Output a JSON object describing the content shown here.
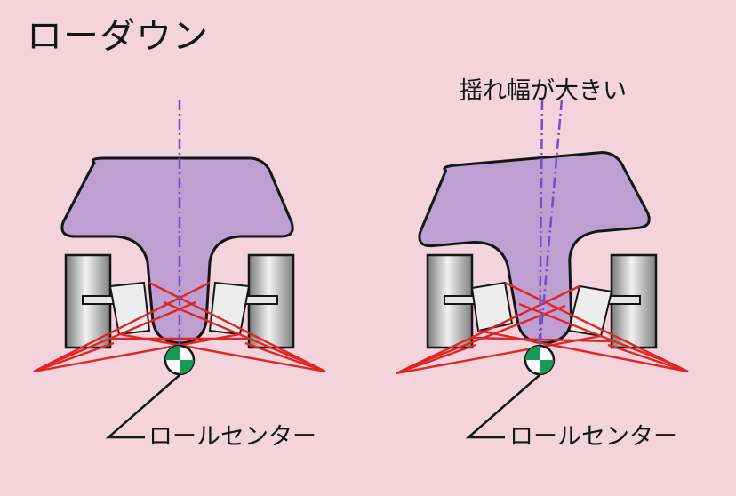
{
  "title": "ローダウン",
  "annotation": "揺れ幅が大きい",
  "left_panel": {
    "roll_center_label": "ロールセンター"
  },
  "right_panel": {
    "roll_center_label": "ロールセンター"
  },
  "colors": {
    "background": "#f3d3dc",
    "body": "#bd9fd2",
    "outline": "#151515",
    "linkage": "#e02525",
    "axis": "#7a4cc2",
    "roll_center_green": "#179a57"
  }
}
